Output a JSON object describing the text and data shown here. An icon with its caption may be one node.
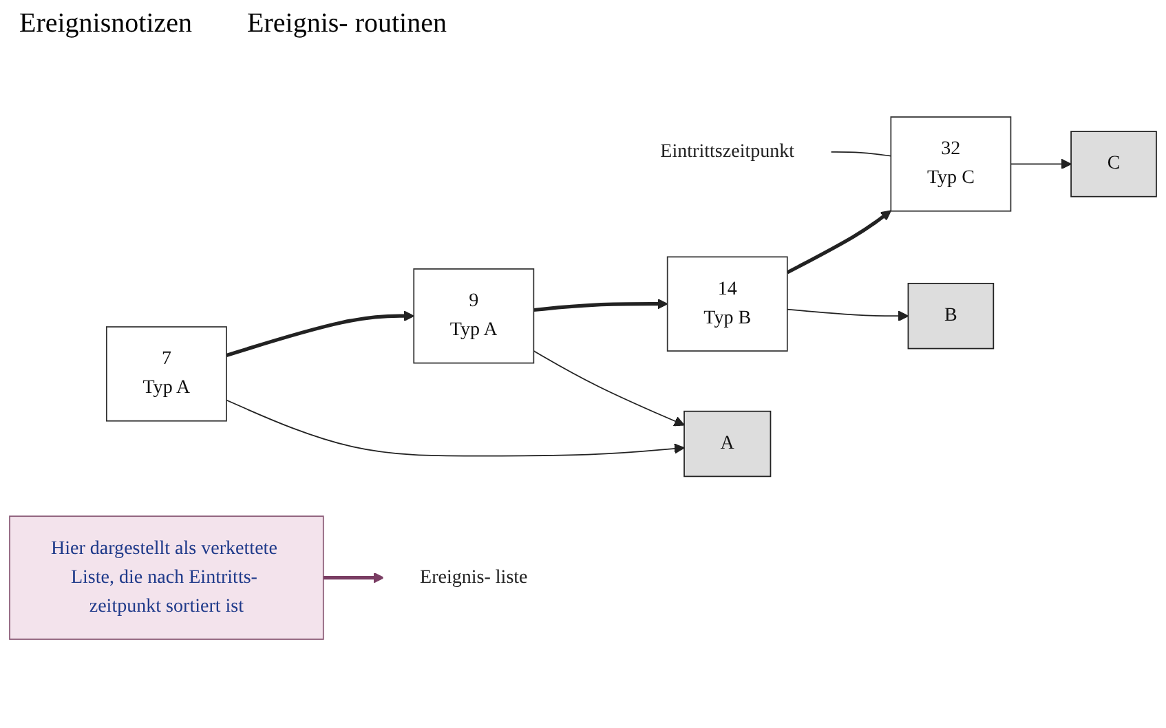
{
  "diagram": {
    "nodes": [
      {
        "text": [
          "Eintrittszeitpunkt"
        ]
      },
      {
        "text": [
          "7",
          "Typ  A"
        ]
      },
      {
        "text": [
          "9",
          "Typ  A"
        ]
      },
      {
        "text": [
          "14",
          "Typ B"
        ]
      },
      {
        "text": [
          "32",
          "Typ C"
        ]
      },
      {
        "text": [
          "Ereignis- liste"
        ]
      },
      {
        "text": [
          "Hier dargestellt als verkettete Liste, die nach Eintritts- zeitpunkt sortiert ist"
        ]
      },
      {
        "text": [
          "A"
        ]
      },
      {
        "text": [
          "B"
        ]
      },
      {
        "text": [
          "C"
        ]
      }
    ],
    "edges": [
      {
        "from": 1,
        "to": 2,
        "arrow": "to",
        "style": "thick"
      },
      {
        "from": 2,
        "to": 3,
        "arrow": "to",
        "style": "thick"
      },
      {
        "from": 3,
        "to": 4,
        "arrow": "to",
        "style": "thick"
      },
      {
        "from": 0,
        "to": 4,
        "arrow": "none"
      },
      {
        "from": 6,
        "to": 5,
        "arrow": "to",
        "style": "thick",
        "color": "#7a3d63"
      },
      {
        "from": 1,
        "to": 7,
        "arrow": "to"
      },
      {
        "from": 2,
        "to": 7,
        "arrow": "to"
      },
      {
        "from": 3,
        "to": 8,
        "arrow": "to"
      },
      {
        "from": 4,
        "to": 9,
        "arrow": "to"
      }
    ],
    "labels": [
      "Ereignisnotizen",
      "Ereignis- routinen"
    ]
  }
}
